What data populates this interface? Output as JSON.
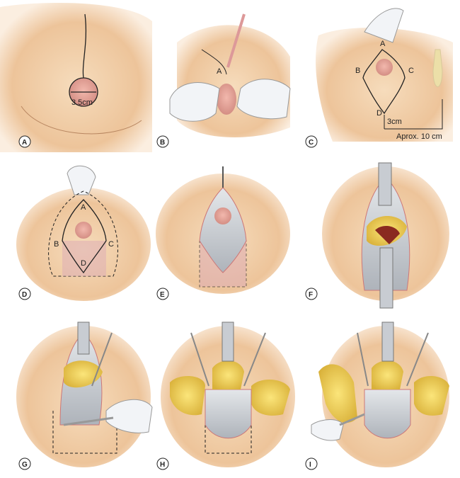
{
  "panels": [
    {
      "id": "A",
      "labels": {
        "measure": "3.5cm"
      }
    },
    {
      "id": "B",
      "labels": {
        "point_a": "A"
      }
    },
    {
      "id": "C",
      "labels": {
        "point_a": "A",
        "point_b": "B",
        "point_c": "C",
        "point_d": "D",
        "distance": "3cm",
        "width": "Aprox. 10 cm"
      }
    },
    {
      "id": "D",
      "labels": {
        "point_a": "A",
        "point_b": "B",
        "point_c": "C",
        "point_d": "D"
      }
    },
    {
      "id": "E",
      "labels": {}
    },
    {
      "id": "F",
      "labels": {}
    },
    {
      "id": "G",
      "labels": {}
    },
    {
      "id": "H",
      "labels": {}
    },
    {
      "id": "I",
      "labels": {}
    }
  ],
  "colors": {
    "skin": "#f1cfa8",
    "skin_dark": "#d9a77a",
    "areola": "#d99a8f",
    "fat": "#f0d060",
    "flap": "#c9ccd2",
    "glove": "#f2f4f7"
  }
}
